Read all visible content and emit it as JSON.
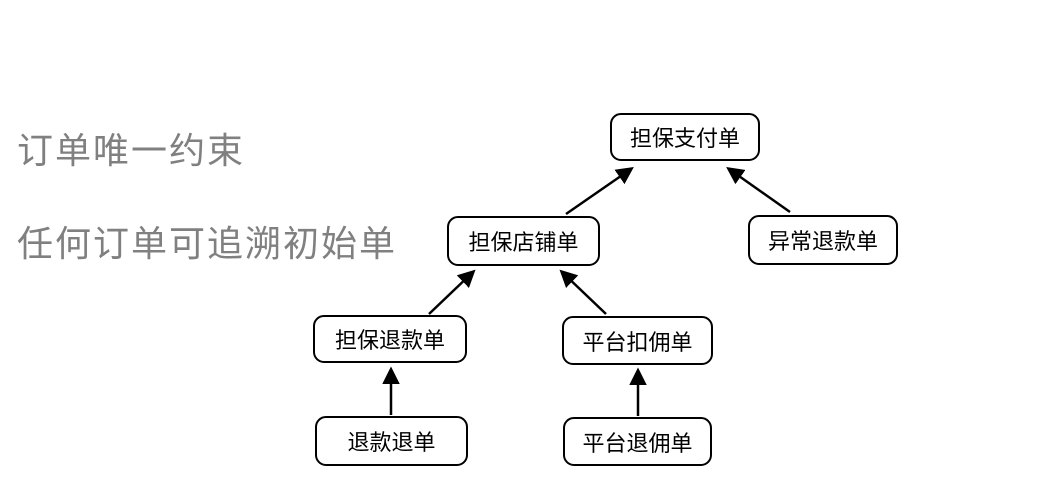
{
  "annotations": [
    {
      "text": "订单唯一约束"
    },
    {
      "text": "任何订单可追溯初始单"
    }
  ],
  "colors": {
    "annotation_text": "#808080",
    "node_border": "#000000",
    "node_fill": "#ffffff",
    "node_text": "#000000",
    "arrow": "#000000",
    "background": "#ffffff"
  },
  "diagram": {
    "nodes": [
      {
        "id": "guarantee-payment",
        "label": "担保支付单"
      },
      {
        "id": "guarantee-shop",
        "label": "担保店铺单"
      },
      {
        "id": "abnormal-refund",
        "label": "异常退款单"
      },
      {
        "id": "guarantee-refund",
        "label": "担保退款单"
      },
      {
        "id": "platform-commission-deduct",
        "label": "平台扣佣单"
      },
      {
        "id": "refund-chargeback",
        "label": "退款退单"
      },
      {
        "id": "platform-commission-refund",
        "label": "平台退佣单"
      }
    ],
    "edges": [
      {
        "from": "担保店铺单",
        "to": "担保支付单"
      },
      {
        "from": "异常退款单",
        "to": "担保支付单"
      },
      {
        "from": "担保退款单",
        "to": "担保店铺单"
      },
      {
        "from": "平台扣佣单",
        "to": "担保店铺单"
      },
      {
        "from": "退款退单",
        "to": "担保退款单"
      },
      {
        "from": "平台退佣单",
        "to": "平台扣佣单"
      }
    ]
  }
}
